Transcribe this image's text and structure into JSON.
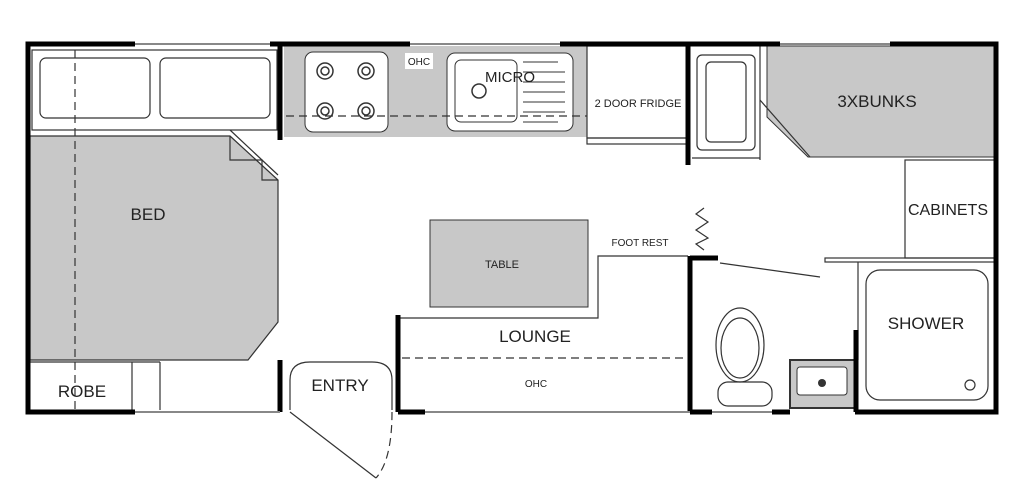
{
  "labels": {
    "ohc_kitchen": "OHC",
    "micro": "MICRO",
    "fridge": "2 DOOR FRIDGE",
    "bunks": "3XBUNKS",
    "bed": "BED",
    "cabinets": "CABINETS",
    "table": "TABLE",
    "foot_rest": "FOOT REST",
    "lounge": "LOUNGE",
    "shower": "SHOWER",
    "robe": "ROBE",
    "entry": "ENTRY",
    "ohc_lounge": "OHC"
  }
}
